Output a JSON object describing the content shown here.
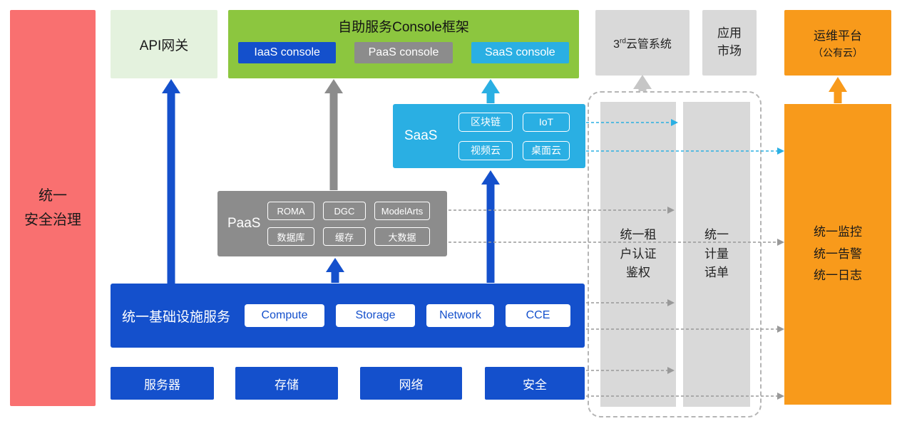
{
  "colors": {
    "red": "#f97070",
    "light-green": "#e4f2de",
    "green": "#8cc63f",
    "blue": "#1450cc",
    "gray": "#8c8c8c",
    "cyan": "#2aafe3",
    "light-gray": "#d9d9d9",
    "orange": "#f89a1b"
  },
  "security_bar": {
    "label": "统一\n安全治理"
  },
  "api_gateway": {
    "label": "API网关"
  },
  "console": {
    "title": "自助服务Console框架",
    "items": [
      {
        "label": "IaaS console"
      },
      {
        "label": "PaaS console"
      },
      {
        "label": "SaaS console"
      }
    ]
  },
  "third_party": {
    "num": "3",
    "sup": "rd",
    "rest": "云管系统"
  },
  "app_market": {
    "label": "应用\n市场"
  },
  "om_platform": {
    "line1": "运维平台",
    "line2": "（公有云）"
  },
  "saas": {
    "label": "SaaS",
    "items": [
      "区块链",
      "IoT",
      "视频云",
      "桌面云"
    ]
  },
  "paas": {
    "label": "PaaS",
    "items": [
      "ROMA",
      "DGC",
      "ModelArts",
      "数据库",
      "缓存",
      "大数据"
    ]
  },
  "infra": {
    "label": "统一基础设施服务",
    "items": [
      "Compute",
      "Storage",
      "Network",
      "CCE"
    ]
  },
  "resources": {
    "items": [
      "服务器",
      "存储",
      "网络",
      "安全"
    ]
  },
  "auth": {
    "label": "统一租\n户认证\n鉴权"
  },
  "billing": {
    "label": "统一\n计量\n话单"
  },
  "monitoring": {
    "label": "统一监控\n统一告警\n统一日志"
  }
}
